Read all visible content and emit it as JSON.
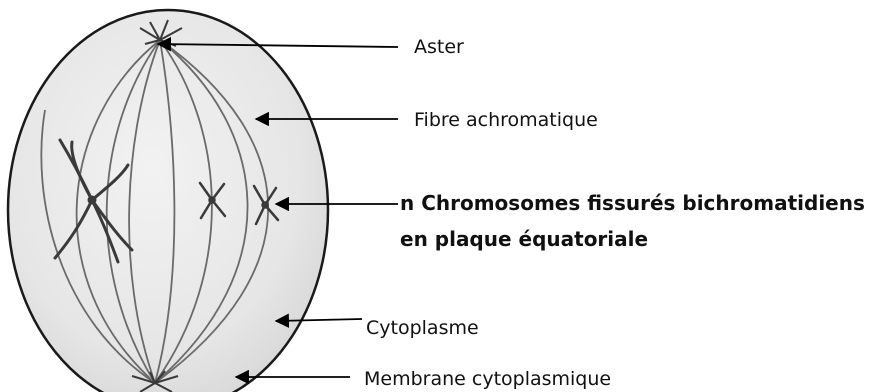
{
  "diagram": {
    "colors": {
      "cell_fill": "#e8e8e8",
      "outline": "#1a1a1a",
      "fiber": "#6a6a6a",
      "chromosome": "#3a3a3a",
      "arrow": "#000000",
      "text": "#111111"
    },
    "labels": {
      "aster": "Aster",
      "fibre": "Fibre achromatique",
      "chromosomes_line1": "n Chromosomes fissurés bichromatidiens",
      "chromosomes_line2": "en plaque équatoriale",
      "cytoplasme": "Cytoplasme",
      "membrane": "Membrane cytoplasmique"
    }
  }
}
